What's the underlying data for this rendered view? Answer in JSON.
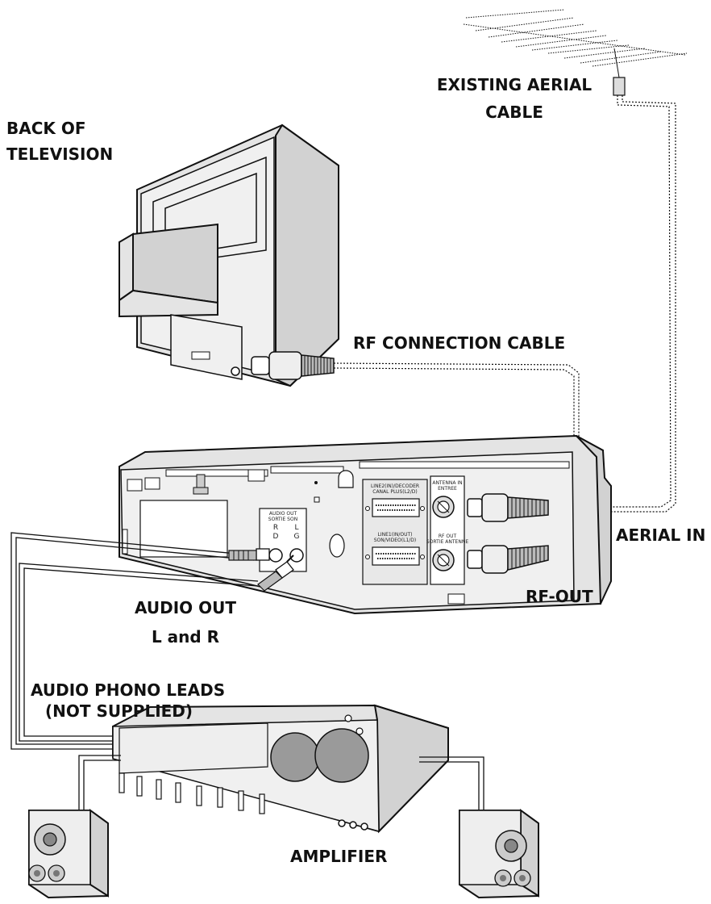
{
  "labels": {
    "existing_aerial_line1": "EXISTING AERIAL",
    "existing_aerial_line2": "CABLE",
    "back_tv_line1": "BACK OF",
    "back_tv_line2": "TELEVISION",
    "rf_connection_cable": "RF CONNECTION CABLE",
    "aerial_in": "AERIAL IN",
    "rf_out": "RF-OUT",
    "audio_out_line1": "AUDIO OUT",
    "audio_out_line2": "L and R",
    "phono_leads_line1": "AUDIO PHONO LEADS",
    "phono_leads_line2": "(NOT SUPPLIED)",
    "amplifier": "AMPLIFIER"
  },
  "vcr_panel": {
    "audio_out": "AUDIO OUT",
    "sortie_son": "SORTIE SON",
    "r": "R",
    "l": "L",
    "d": "D",
    "g": "G",
    "scart1_line1": "LINE2(IN)/DECODER",
    "scart1_line2": "CANAL PLUS(L2/D)",
    "scart2_line1": "LINE1(IN/OUT)",
    "scart2_line2": "SON/VIDEO(L1/D)",
    "antenna_in": "ANTENNA IN",
    "entree": "ENTREE",
    "rf_out": "RF OUT",
    "sortie_antenne": "SORTIE ANTENNE"
  }
}
